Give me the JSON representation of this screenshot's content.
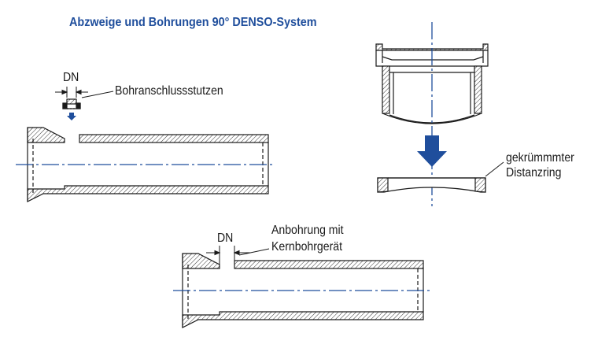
{
  "title": "Abzweige und Bohrungen 90° DENSO-System",
  "labels": {
    "dn_top": "DN",
    "bohranschluss": "Bohranschlussstutzen",
    "gekruemmt_line1": "gekrümmmter",
    "gekruemmt_line2": "Distanzring",
    "anbohrung_line1": "Anbohrung mit",
    "anbohrung_line2": "Kernbohrgerät",
    "dn_bottom": "DN"
  },
  "colors": {
    "title": "#1f4e9c",
    "centerline": "#1f4e9c",
    "arrow": "#1f4e9c",
    "stroke": "#1a1a1a"
  }
}
